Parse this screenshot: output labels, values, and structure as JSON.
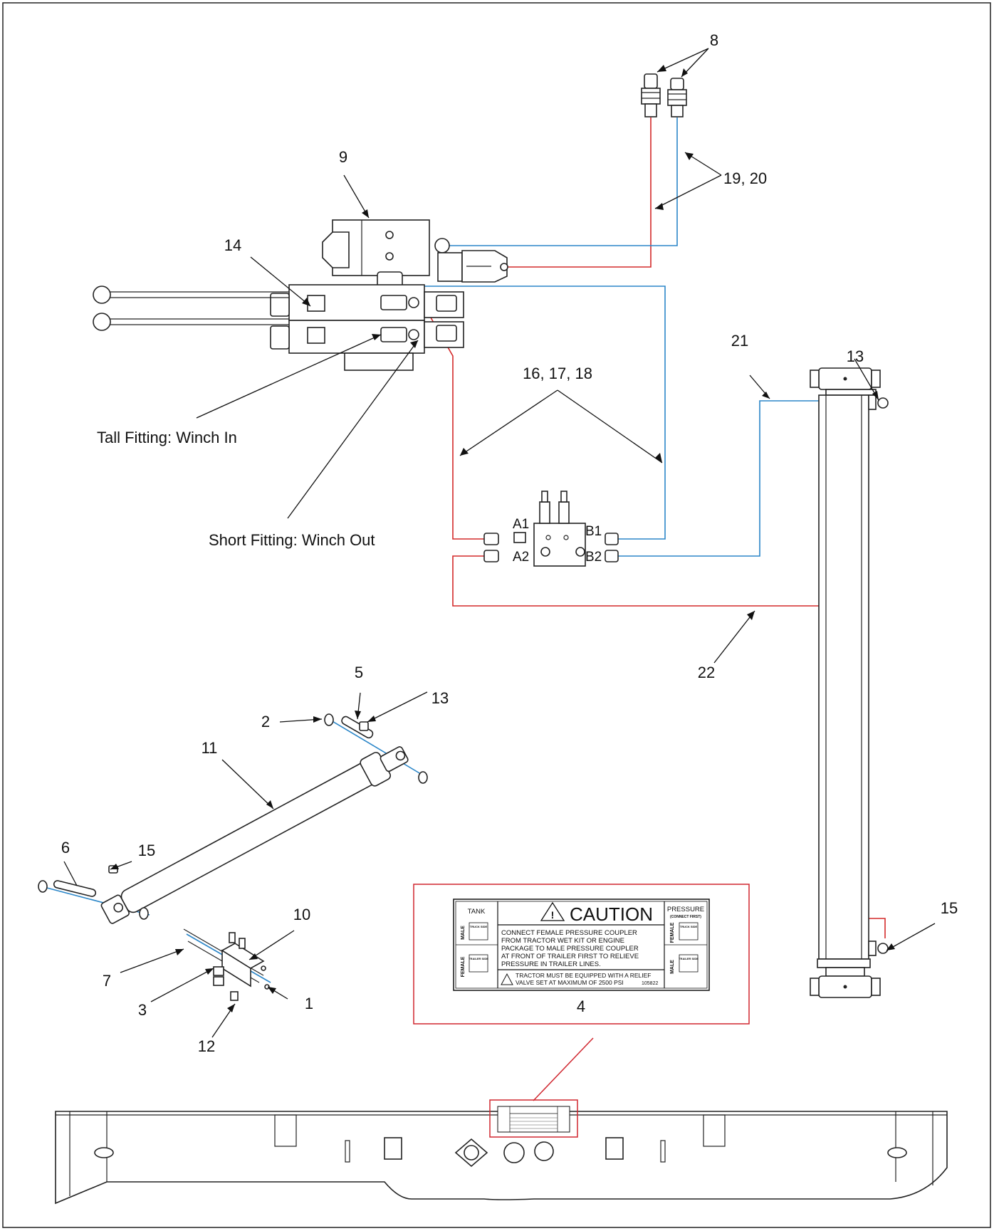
{
  "callouts": {
    "c8": "8",
    "c9": "9",
    "c19_20": "19, 20",
    "c14": "14",
    "c21": "21",
    "c13_top": "13",
    "c16_17_18": "16, 17, 18",
    "c22": "22",
    "c5": "5",
    "c2": "2",
    "c13_mid": "13",
    "c11": "11",
    "c6": "6",
    "c15_left": "15",
    "c10": "10",
    "c7": "7",
    "c3": "3",
    "c1": "1",
    "c12": "12",
    "c4": "4",
    "c15_right": "15"
  },
  "notes": {
    "tall_fitting": "Tall Fitting: Winch In",
    "short_fitting": "Short Fitting: Winch Out"
  },
  "ports": {
    "a1": "A1",
    "a2": "A2",
    "b1": "B1",
    "b2": "B2"
  },
  "decal": {
    "tank_title": "TANK",
    "male": "MALE",
    "female": "FEMALE",
    "truck_side": "TRUCK SIDE",
    "trailer_side": "TRAILER SIDE",
    "caution_title": "CAUTION",
    "caution_line1": "CONNECT FEMALE PRESSURE COUPLER",
    "caution_line2": "FROM TRACTOR WET KIT OR ENGINE",
    "caution_line3": "PACKAGE TO MALE PRESSURE COUPLER",
    "caution_line4": "AT FRONT OF TRAILER FIRST TO RELIEVE",
    "caution_line5": "PRESSURE IN TRAILER LINES.",
    "relief_line1": "TRACTOR MUST BE EQUIPPED WITH A RELIEF",
    "relief_line2": "VALVE SET AT MAXIMUM OF 2500 PSI",
    "part_no": "105822",
    "pressure_title": "PRESSURE",
    "pressure_sub": "(CONNECT FIRST)"
  },
  "colors": {
    "pressure_line": "#d42a2a",
    "return_line": "#2b86c8",
    "detail_box": "#d0262f"
  }
}
